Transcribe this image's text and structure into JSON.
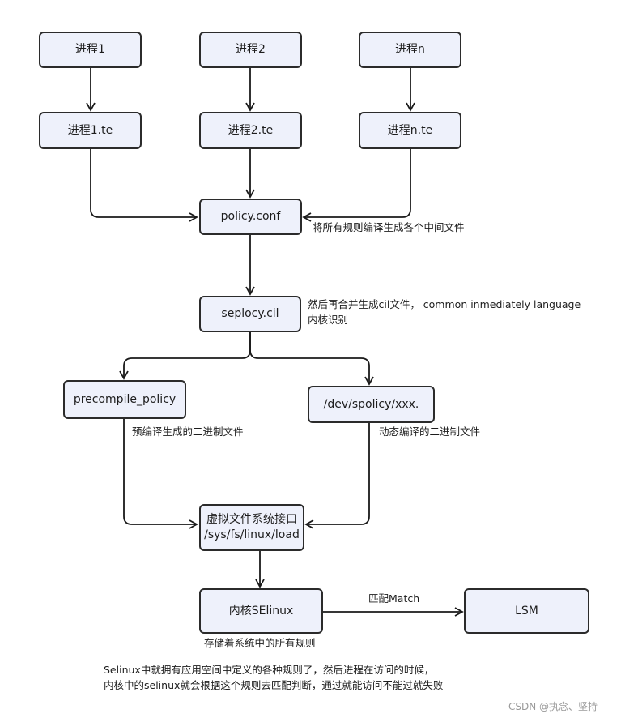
{
  "nodes": {
    "p1": "进程1",
    "p2": "进程2",
    "pn": "进程n",
    "p1te": "进程1.te",
    "p2te": "进程2.te",
    "pnte": "进程n.te",
    "policy_conf": "policy.conf",
    "seplocy_cil": "seplocy.cil",
    "precompile": "precompile_policy",
    "dev_path": "/dev/spolicy/xxx.",
    "vfs_line1": "虚拟文件系统接口",
    "vfs_line2": "/sys/fs/linux/load",
    "kernel_selinux": "内核SElinux",
    "lsm": "LSM"
  },
  "notes": {
    "compile_intermediate": "将所有规则编译生成各个中间文件",
    "merge_line1": "然后再合并生成cil文件， common  inmediately language",
    "merge_line2": "内核识别",
    "precompiled_binary": "预编译生成的二进制文件",
    "dynamic_binary": "动态编译的二进制文件",
    "match_label": "匹配Match",
    "stores_rules": "存储着系统中的所有规则",
    "summary_line1": "Selinux中就拥有应用空间中定义的各种规则了，然后进程在访问的时候，",
    "summary_line2": "内核中的selinux就会根据这个规则去匹配判断，通过就能访问不能过就失败"
  },
  "watermark": "CSDN @执念、坚持"
}
